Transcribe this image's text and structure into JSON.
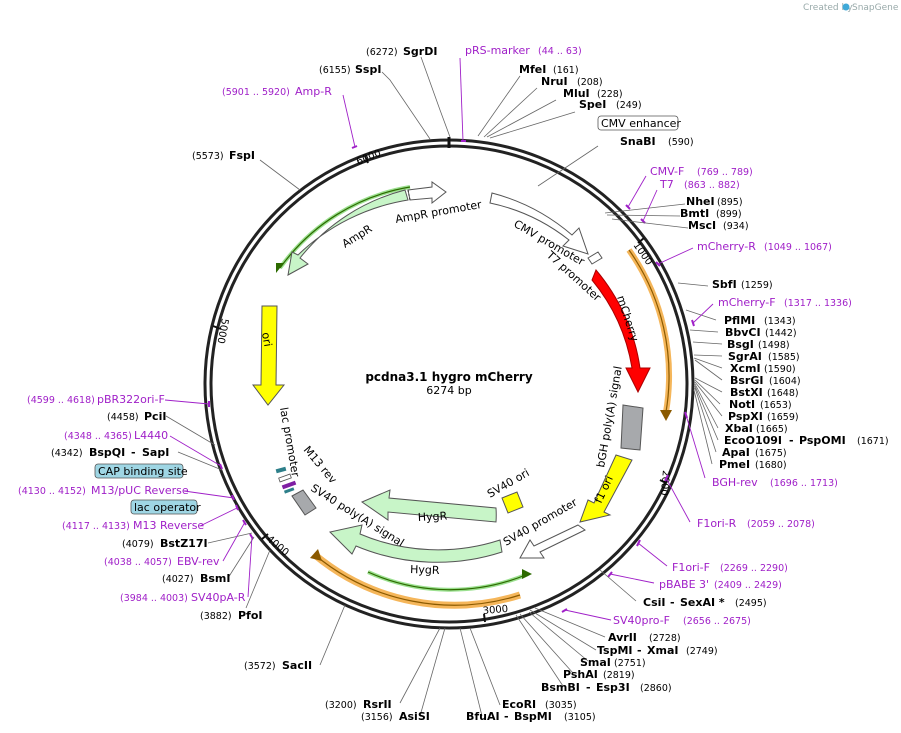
{
  "credit": {
    "created_by": "Created by",
    "app": "SnapGene"
  },
  "plasmid": {
    "name": "pcdna3.1 hygro mCherry",
    "length": "6274 bp"
  },
  "ticks": [
    "1000",
    "2000",
    "3000",
    "4000",
    "5000",
    "6000"
  ],
  "features": {
    "mcherry": "mCherry",
    "bgh": "bGH poly(A) signal",
    "f1ori": "f1 ori",
    "sv40ori": "SV40 ori",
    "hygr_inner": "HygR",
    "sv40promoter": "SV40 promoter",
    "hygr_outer": "HygR",
    "sv40polya": "SV40 poly(A) signal",
    "m13rev": "M13 rev",
    "lacpromoter": "lac promoter",
    "ori": "ori",
    "ampr": "AmpR",
    "ampr_promoter": "AmpR promoter",
    "cmv_promoter": "CMV promoter",
    "t7_promoter": "T7 promoter"
  },
  "boxed_labels": {
    "cmv_enhancer": "CMV enhancer",
    "cap_site": "CAP binding site",
    "lac_operator": "lac operator"
  },
  "enzymes": {
    "sgrdi": {
      "name": "SgrDI",
      "pos": "(6272)"
    },
    "sspi": {
      "name": "SspI",
      "pos": "(6155)"
    },
    "fspi": {
      "name": "FspI",
      "pos": "(5573)"
    },
    "mfei": {
      "name": "MfeI",
      "pos": "(161)"
    },
    "nrui": {
      "name": "NruI",
      "pos": "(208)"
    },
    "mlui": {
      "name": "MluI",
      "pos": "(228)"
    },
    "spei": {
      "name": "SpeI",
      "pos": "(249)"
    },
    "snabi": {
      "name": "SnaBI",
      "pos": "(590)"
    },
    "nhei": {
      "name": "NheI",
      "pos": "(895)"
    },
    "bmti": {
      "name": "BmtI",
      "pos": "(899)"
    },
    "msci": {
      "name": "MscI",
      "pos": "(934)"
    },
    "sbfi": {
      "name": "SbfI",
      "pos": "(1259)"
    },
    "pflmi": {
      "name": "PflMI",
      "pos": "(1343)"
    },
    "bbvci": {
      "name": "BbvCI",
      "pos": "(1442)"
    },
    "bsgi": {
      "name": "BsgI",
      "pos": "(1498)"
    },
    "sgrai": {
      "name": "SgrAI",
      "pos": "(1585)"
    },
    "xcmi": {
      "name": "XcmI",
      "pos": "(1590)"
    },
    "bsrgi": {
      "name": "BsrGI",
      "pos": "(1604)"
    },
    "bstxi": {
      "name": "BstXI",
      "pos": "(1648)"
    },
    "noti": {
      "name": "NotI",
      "pos": "(1653)"
    },
    "pspxi": {
      "name": "PspXI",
      "pos": "(1659)"
    },
    "xbai": {
      "name": "XbaI",
      "pos": "(1665)"
    },
    "eco0109i": {
      "name": "EcoO109I",
      "sep": "-",
      "name2": "PspOMI",
      "pos": "(1671)"
    },
    "apai": {
      "name": "ApaI",
      "pos": "(1675)"
    },
    "pmei": {
      "name": "PmeI",
      "pos": "(1680)"
    },
    "csii": {
      "name": "CsiI",
      "sep": "-",
      "name2": "SexAI *",
      "pos": "(2495)"
    },
    "avrii": {
      "name": "AvrII",
      "pos": "(2728)"
    },
    "tspmi": {
      "name": "TspMI",
      "sep": "-",
      "name2": "XmaI",
      "pos": "(2749)"
    },
    "smai": {
      "name": "SmaI",
      "pos": "(2751)"
    },
    "pshai": {
      "name": "PshAI",
      "pos": "(2819)"
    },
    "bsmbi": {
      "name": "BsmBI",
      "sep": "-",
      "name2": "Esp3I",
      "pos": "(2860)"
    },
    "ecori": {
      "name": "EcoRI",
      "pos": "(3035)"
    },
    "bfuai": {
      "name": "BfuAI",
      "sep": "-",
      "name2": "BspMI",
      "pos": "(3105)"
    },
    "rsrii": {
      "name": "RsrII",
      "pos": "(3200)"
    },
    "asisi": {
      "name": "AsiSI",
      "pos": "(3156)"
    },
    "sacii": {
      "name": "SacII",
      "pos": "(3572)"
    },
    "pfoi": {
      "name": "PfoI",
      "pos": "(3882)"
    },
    "bsmi": {
      "name": "BsmI",
      "pos": "(4027)"
    },
    "bstz17i": {
      "name": "BstZ17I",
      "pos": "(4079)"
    },
    "bspqi": {
      "name": "BspQI",
      "sep": "-",
      "name2": "SapI",
      "pos": "(4342)"
    },
    "pcii": {
      "name": "PciI",
      "pos": "(4458)"
    }
  },
  "primers": {
    "prs_marker": {
      "name": "pRS-marker",
      "pos": "(44 .. 63)"
    },
    "amp_r": {
      "name": "Amp-R",
      "pos": "(5901 .. 5920)"
    },
    "cmv_f": {
      "name": "CMV-F",
      "pos": "(769 .. 789)"
    },
    "t7": {
      "name": "T7",
      "pos": "(863 .. 882)"
    },
    "mcherry_r": {
      "name": "mCherry-R",
      "pos": "(1049 .. 1067)"
    },
    "mcherry_f": {
      "name": "mCherry-F",
      "pos": "(1317 .. 1336)"
    },
    "bgh_rev": {
      "name": "BGH-rev",
      "pos": "(1696 .. 1713)"
    },
    "f1ori_r": {
      "name": "F1ori-R",
      "pos": "(2059 .. 2078)"
    },
    "f1ori_f": {
      "name": "F1ori-F",
      "pos": "(2269 .. 2290)"
    },
    "pbabe3": {
      "name": "pBABE 3'",
      "pos": "(2409 .. 2429)"
    },
    "sv40pro_f": {
      "name": "SV40pro-F",
      "pos": "(2656 .. 2675)"
    },
    "pbr322ori_f": {
      "name": "pBR322ori-F",
      "pos": "(4599 .. 4618)"
    },
    "l4440": {
      "name": "L4440",
      "pos": "(4348 .. 4365)"
    },
    "m13puc_rev": {
      "name": "M13/pUC Reverse",
      "pos": "(4130 .. 4152)"
    },
    "m13_reverse": {
      "name": "M13 Reverse",
      "pos": "(4117 .. 4133)"
    },
    "ebv_rev": {
      "name": "EBV-rev",
      "pos": "(4038 .. 4057)"
    },
    "sv40pa_r": {
      "name": "SV40pA-R",
      "pos": "(3984 .. 4003)"
    }
  }
}
